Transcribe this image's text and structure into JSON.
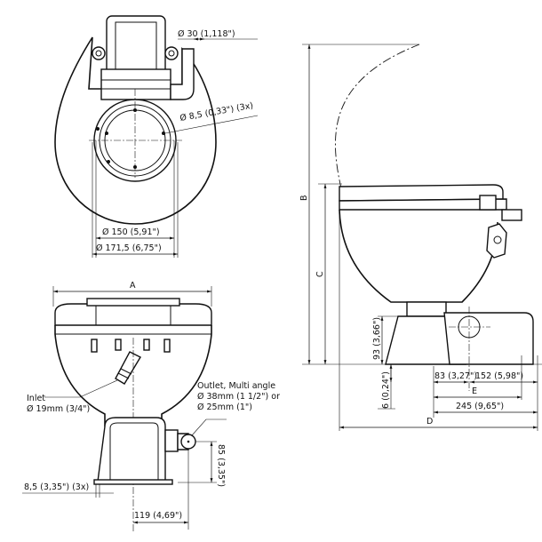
{
  "top_view": {
    "pump_port": "Ø 30 (1,118\")",
    "mount_holes": "Ø 8,5 (0,33\") (3x)",
    "bowl_inner": "Ø  150 (5,91\")",
    "bowl_outer": "Ø  171,5 (6,75\")"
  },
  "front_view": {
    "width_label": "A",
    "inlet_title": "Inlet",
    "inlet_size": "Ø 19mm (3/4\")",
    "outlet_title": "Outlet, Multi angle",
    "outlet_size_1": "Ø 38mm (1 1/2\") or",
    "outlet_size_2": "Ø 25mm (1\")",
    "outlet_height": "85 (3,35\")",
    "base_holes": "8,5 (3,35\") (3x)",
    "outlet_offset": "119 (4,69\")"
  },
  "side_view": {
    "height_open": "B",
    "height_closed": "C",
    "base_height": "93 (3,66\")",
    "foot_height": "6 (0,24\")",
    "front_to_center": "83 (3,27\")",
    "center_to_back": "152 (5,98\")",
    "depth_e": "E",
    "base_depth": "245 (9,65\")",
    "depth_d": "D"
  }
}
